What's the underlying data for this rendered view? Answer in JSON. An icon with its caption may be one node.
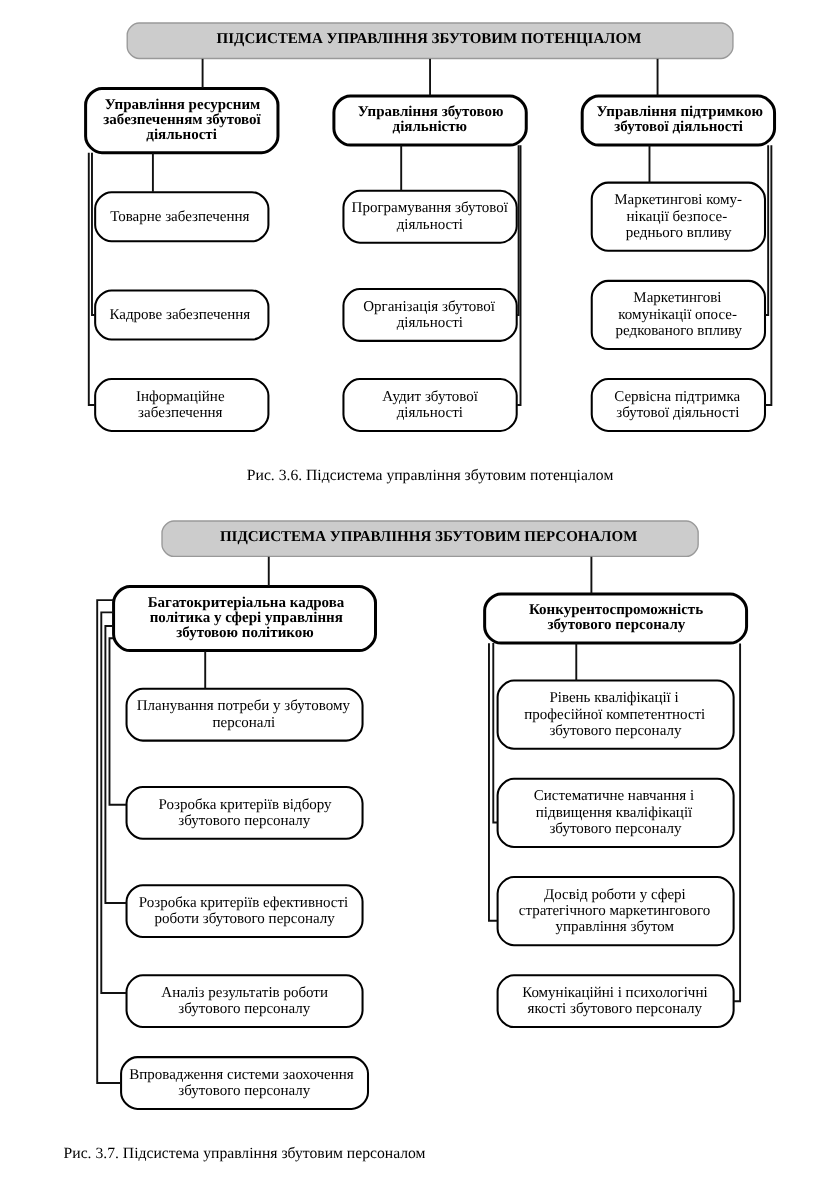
{
  "diagram": {
    "nodes": [
      {
        "text": [
          "ПІДСИСТЕМА УПРАВЛІННЯ ЗБУТОВИМ ПОТЕНЦІАЛОМ"
        ]
      },
      {
        "text": [
          "Управління ресурсним забезпеченням збутової діяльності"
        ]
      },
      {
        "text": [
          "Управління збутовою діяльністю"
        ]
      },
      {
        "text": [
          "Управління підтримкою збутової діяльності"
        ]
      },
      {
        "text": [
          "Товарне забезпечення"
        ]
      },
      {
        "text": [
          "Кадрове забезпечення"
        ]
      },
      {
        "text": [
          "Інформаційне забезпечення"
        ]
      },
      {
        "text": [
          "Програмування збутової діяльності"
        ]
      },
      {
        "text": [
          "Організація збутової діяльності"
        ]
      },
      {
        "text": [
          "Аудит збутової діяльності"
        ]
      },
      {
        "text": [
          "Маркетингові кому-нікації безпосе-реднього впливу"
        ]
      },
      {
        "text": [
          "Маркетингові комунікації опосе-редкованого впливу"
        ]
      },
      {
        "text": [
          "Сервісна підтримка збутової діяльності"
        ]
      },
      {
        "text": [
          "ПІДСИСТЕМА УПРАВЛІННЯ ЗБУТОВИМ ПЕРСОНАЛОМ"
        ]
      },
      {
        "text": [
          "Багатокритеріальна кадрова політика у сфері управління збутовою політикою"
        ]
      },
      {
        "text": [
          "Конкурентоспроможність збутового персоналу"
        ]
      },
      {
        "text": [
          "Планування потреби у збутовому персоналі"
        ]
      },
      {
        "text": [
          "Розробка критеріїв відбору збутового персоналу"
        ]
      },
      {
        "text": [
          "Розробка критеріїв ефективності роботи збутового персоналу"
        ]
      },
      {
        "text": [
          "Аналіз результатів роботи збутового персоналу"
        ]
      },
      {
        "text": [
          "Впровадження системи заохочення збутового персоналу"
        ]
      },
      {
        "text": [
          "Рівень кваліфікації і професійної компетентності збутового персоналу"
        ]
      },
      {
        "text": [
          "Систематичне навчання і підвищення кваліфікації збутового персоналу"
        ]
      },
      {
        "text": [
          "Досвід роботи у сфері стратегічного маркетингового управління збутом"
        ]
      },
      {
        "text": [
          "Комунікаційні і психологічні якості збутового персоналу"
        ]
      }
    ],
    "edges": [
      {
        "from": 0,
        "to": 1,
        "arrow": "none"
      },
      {
        "from": 0,
        "to": 2,
        "arrow": "none"
      },
      {
        "from": 0,
        "to": 3,
        "arrow": "none"
      },
      {
        "from": 1,
        "to": 4,
        "arrow": "none"
      },
      {
        "from": 1,
        "to": 5,
        "arrow": "none"
      },
      {
        "from": 1,
        "to": 6,
        "arrow": "none"
      },
      {
        "from": 2,
        "to": 7,
        "arrow": "none"
      },
      {
        "from": 2,
        "to": 8,
        "arrow": "none"
      },
      {
        "from": 2,
        "to": 9,
        "arrow": "none"
      },
      {
        "from": 3,
        "to": 10,
        "arrow": "none"
      },
      {
        "from": 3,
        "to": 11,
        "arrow": "none"
      },
      {
        "from": 3,
        "to": 12,
        "arrow": "none"
      },
      {
        "from": 13,
        "to": 14,
        "arrow": "none"
      },
      {
        "from": 13,
        "to": 15,
        "arrow": "none"
      },
      {
        "from": 14,
        "to": 16,
        "arrow": "none"
      },
      {
        "from": 14,
        "to": 17,
        "arrow": "none"
      },
      {
        "from": 14,
        "to": 18,
        "arrow": "none"
      },
      {
        "from": 14,
        "to": 19,
        "arrow": "none"
      },
      {
        "from": 14,
        "to": 20,
        "arrow": "none"
      },
      {
        "from": 15,
        "to": 21,
        "arrow": "none"
      },
      {
        "from": 15,
        "to": 22,
        "arrow": "none"
      },
      {
        "from": 15,
        "to": 23,
        "arrow": "none"
      },
      {
        "from": 15,
        "to": 24,
        "arrow": "none"
      }
    ],
    "labels": [
      "Рис. 3.6. Підсистема управління збутовим потенціалом",
      "Рис. 3.7. Підсистема управління збутовим персоналом"
    ]
  }
}
